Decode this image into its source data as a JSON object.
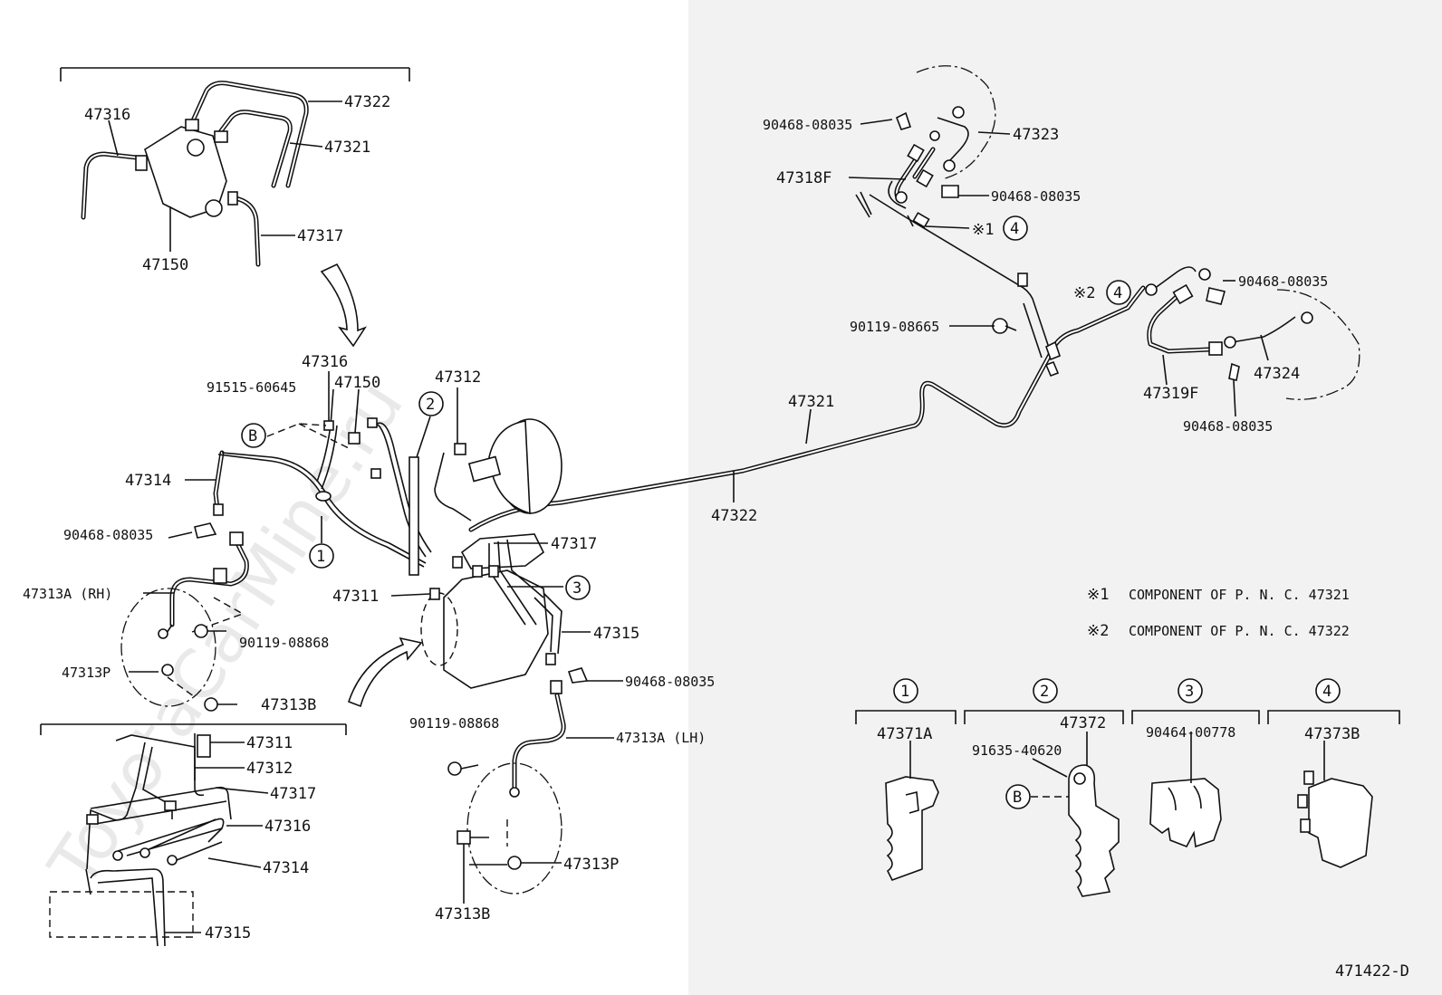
{
  "watermark": "ToyotaCarMine.ru",
  "diagram_code": "471422-D",
  "notes": [
    {
      "mark": "※1",
      "text": "COMPONENT  OF  P. N. C. 47321"
    },
    {
      "mark": "※2",
      "text": "COMPONENT  OF  P. N. C. 47322"
    }
  ],
  "ref_marks": {
    "one": "1",
    "two": "2",
    "three": "3",
    "four": "4",
    "b": "B",
    "x1_4_mark": "※1",
    "x1_4_num": "4",
    "x2_4_mark": "※2",
    "x2_4_num": "4"
  },
  "inset_top": {
    "p47316": "47316",
    "p47322": "47322",
    "p47321": "47321",
    "p47317": "47317",
    "p47150": "47150"
  },
  "inset_bottom": {
    "p47311": "47311",
    "p47312": "47312",
    "p47317": "47317",
    "p47316": "47316",
    "p47314": "47314",
    "p47315": "47315"
  },
  "main": {
    "p47316": "47316",
    "p47150": "47150",
    "p91515": "91515-60645",
    "p47312": "47312",
    "p47314": "47314",
    "p90468_l": "90468-08035",
    "p47313a_rh": "47313A (RH)",
    "p90119_l": "90119-08868",
    "p47313p_l": "47313P",
    "p47313b_l": "47313B",
    "p47311": "47311",
    "p47317": "47317",
    "p47315": "47315",
    "p90468_m": "90468-08035",
    "p90119_m": "90119-08868",
    "p47313a_lh": "47313A (LH)",
    "p47313p_m": "47313P",
    "p47313b_m": "47313B",
    "p47321": "47321",
    "p47322": "47322"
  },
  "rear": {
    "p90468_a": "90468-08035",
    "p47323": "47323",
    "p47318f": "47318F",
    "p90468_b": "90468-08035",
    "p90468_c": "90468-08035",
    "p90119": "90119-08665",
    "p47319f": "47319F",
    "p47324": "47324",
    "p90468_d": "90468-08035"
  },
  "clamps": [
    {
      "num": "1",
      "part": "47371A"
    },
    {
      "num": "2",
      "part": "47372",
      "extra": "91635-40620",
      "ref": "B"
    },
    {
      "num": "3",
      "part": "90464-00778"
    },
    {
      "num": "4",
      "part": "47373B"
    }
  ]
}
